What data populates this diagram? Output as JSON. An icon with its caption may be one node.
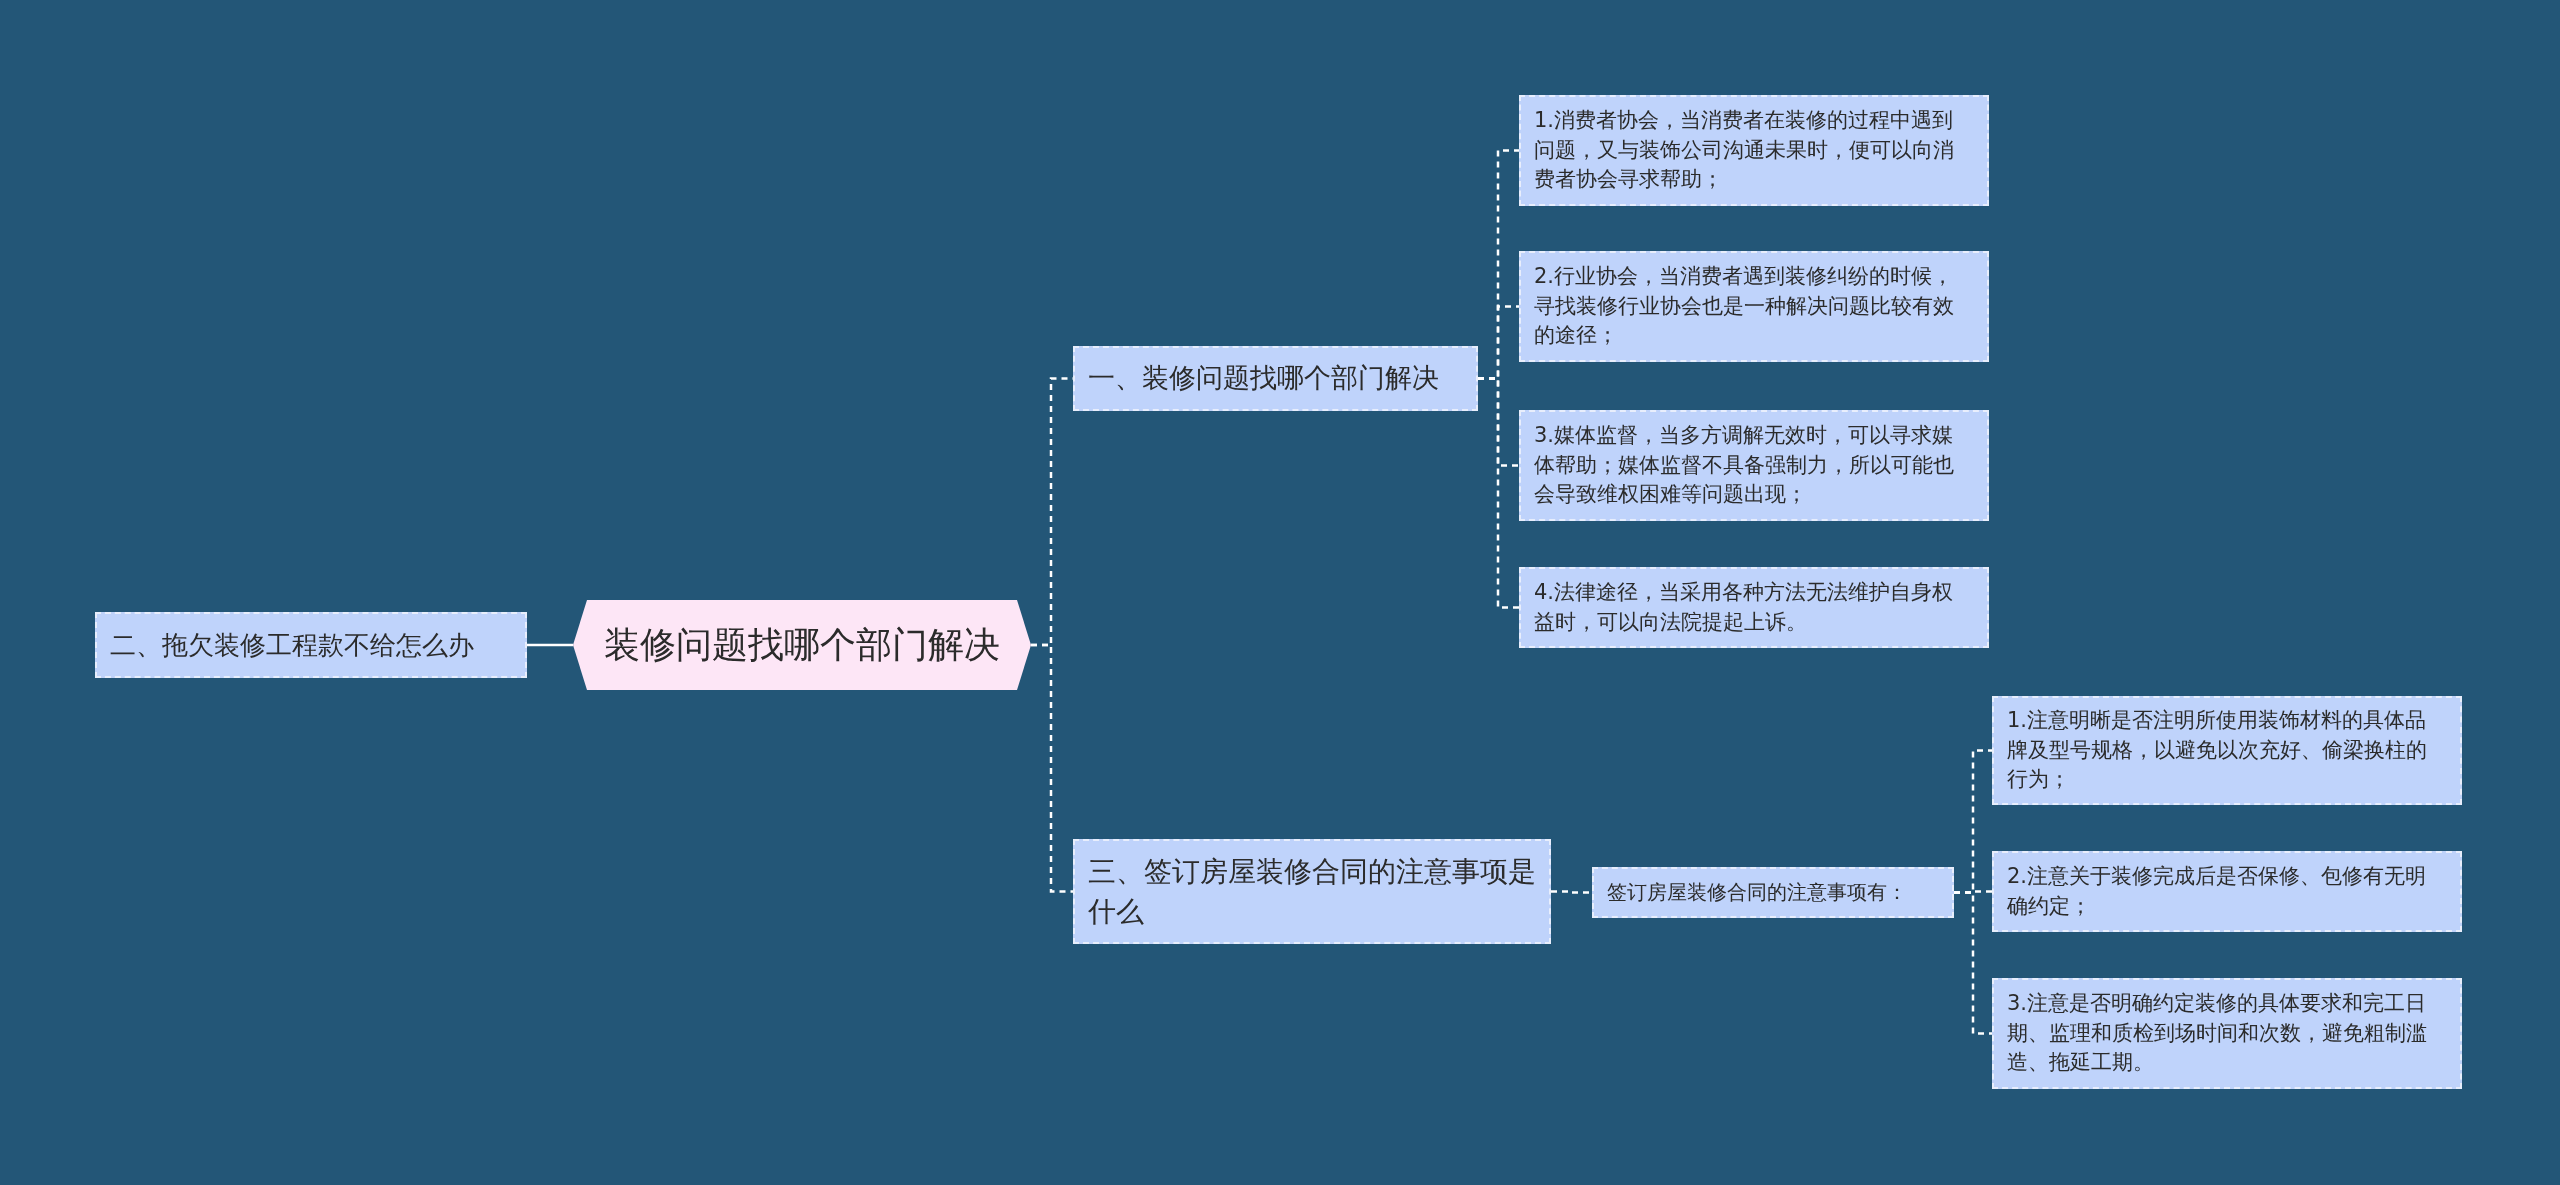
{
  "diagram": {
    "nodes": [
      {
        "text": [
          "装修问题找哪个部门解决"
        ]
      },
      {
        "text": [
          "二、拖欠装修工程款不给怎么办"
        ]
      },
      {
        "text": [
          "一、装修问题找哪个部门解决"
        ]
      },
      {
        "text": [
          "1.消费者协会，当消费者在装修的过程中遇到问题，又与装饰公司沟通未果时，便可以向消费者协会寻求帮助；"
        ]
      },
      {
        "text": [
          "2.行业协会，当消费者遇到装修纠纷的时候，寻找装修行业协会也是一种解决问题比较有效的途径；"
        ]
      },
      {
        "text": [
          "3.媒体监督，当多方调解无效时，可以寻求媒体帮助；媒体监督不具备强制力，所以可能也会导致维权困难等问题出现；"
        ]
      },
      {
        "text": [
          "4.法律途径，当采用各种方法无法维护自身权益时，可以向法院提起上诉。"
        ]
      },
      {
        "text": [
          "三、签订房屋装修合同的注意事项是什么"
        ]
      },
      {
        "text": [
          "签订房屋装修合同的注意事项有："
        ]
      },
      {
        "text": [
          "1.注意明晰是否注明所使用装饰材料的具体品牌及型号规格，以避免以次充好、偷梁换柱的行为；"
        ]
      },
      {
        "text": [
          "2.注意关于装修完成后是否保修、包修有无明确约定；"
        ]
      },
      {
        "text": [
          "3.注意是否明确约定装修的具体要求和完工日期、监理和质检到场时间和次数，避免粗制滥造、拖延工期。"
        ]
      }
    ],
    "edges": [
      {
        "from": 0,
        "to": 1,
        "arrow": "none"
      },
      {
        "from": 0,
        "to": 2,
        "arrow": "none",
        "style": "dashed"
      },
      {
        "from": 0,
        "to": 7,
        "arrow": "none",
        "style": "dashed"
      },
      {
        "from": 2,
        "to": 3,
        "arrow": "none",
        "style": "dashed"
      },
      {
        "from": 2,
        "to": 4,
        "arrow": "none",
        "style": "dashed"
      },
      {
        "from": 2,
        "to": 5,
        "arrow": "none",
        "style": "dashed"
      },
      {
        "from": 2,
        "to": 6,
        "arrow": "none",
        "style": "dashed"
      },
      {
        "from": 7,
        "to": 8,
        "arrow": "none",
        "style": "dashed"
      },
      {
        "from": 8,
        "to": 9,
        "arrow": "none",
        "style": "dashed"
      },
      {
        "from": 8,
        "to": 10,
        "arrow": "none",
        "style": "dashed"
      },
      {
        "from": 8,
        "to": 11,
        "arrow": "none",
        "style": "dashed"
      }
    ]
  }
}
